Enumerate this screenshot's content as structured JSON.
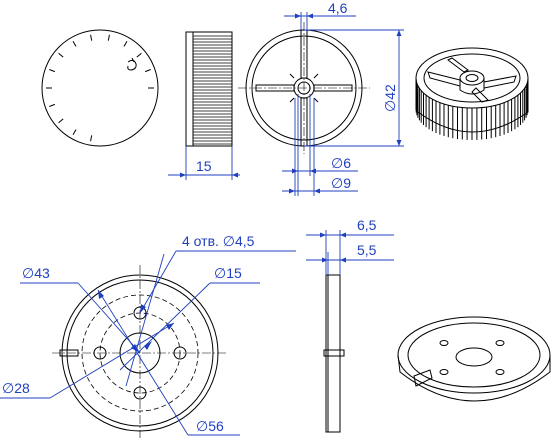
{
  "dimensions": {
    "width_15": "15",
    "slot_4_6": "4,6",
    "outer_d42": "∅42",
    "hub_d6": "∅6",
    "hub_d9": "∅9",
    "thick_6_5": "6,5",
    "thick_5_5": "5,5",
    "holes_note": "4 отв. ∅4,5",
    "d43": "∅43",
    "d15": "∅15",
    "d28": "∅28",
    "d56": "∅56"
  },
  "colors": {
    "dimension": "#1f3fbf",
    "line": "#000000"
  }
}
